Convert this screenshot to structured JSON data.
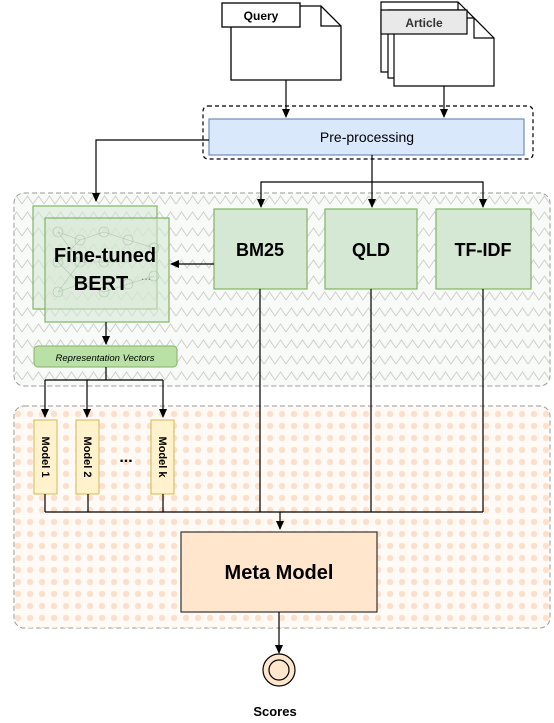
{
  "inputs": {
    "query": "Query",
    "article": "Article"
  },
  "preprocessing": "Pre-processing",
  "retrieval_models": {
    "bm25": "BM25",
    "qld": "QLD",
    "tfidf": "TF-IDF"
  },
  "bert": {
    "line1": "Fine-tuned",
    "line2": "BERT",
    "ellipsis": "..."
  },
  "representation": "Representation Vectors",
  "base_models": {
    "model1": "Model 1",
    "model2": "Model 2",
    "ellipsis": "...",
    "modelk": "Model k"
  },
  "meta_model": "Meta Model",
  "output": "Scores",
  "colors": {
    "preprocessing_fill": "#dae8fc",
    "preprocessing_stroke": "#6c8ebf",
    "green_fill": "#d5e8d4",
    "green_stroke": "#82b366",
    "rep_fill": "#b9e0a5",
    "model_fill": "#fff2cc",
    "model_stroke": "#d6b656",
    "meta_fill": "#ffe6cc",
    "meta_stroke": "#333333",
    "region_stroke": "#999999"
  }
}
